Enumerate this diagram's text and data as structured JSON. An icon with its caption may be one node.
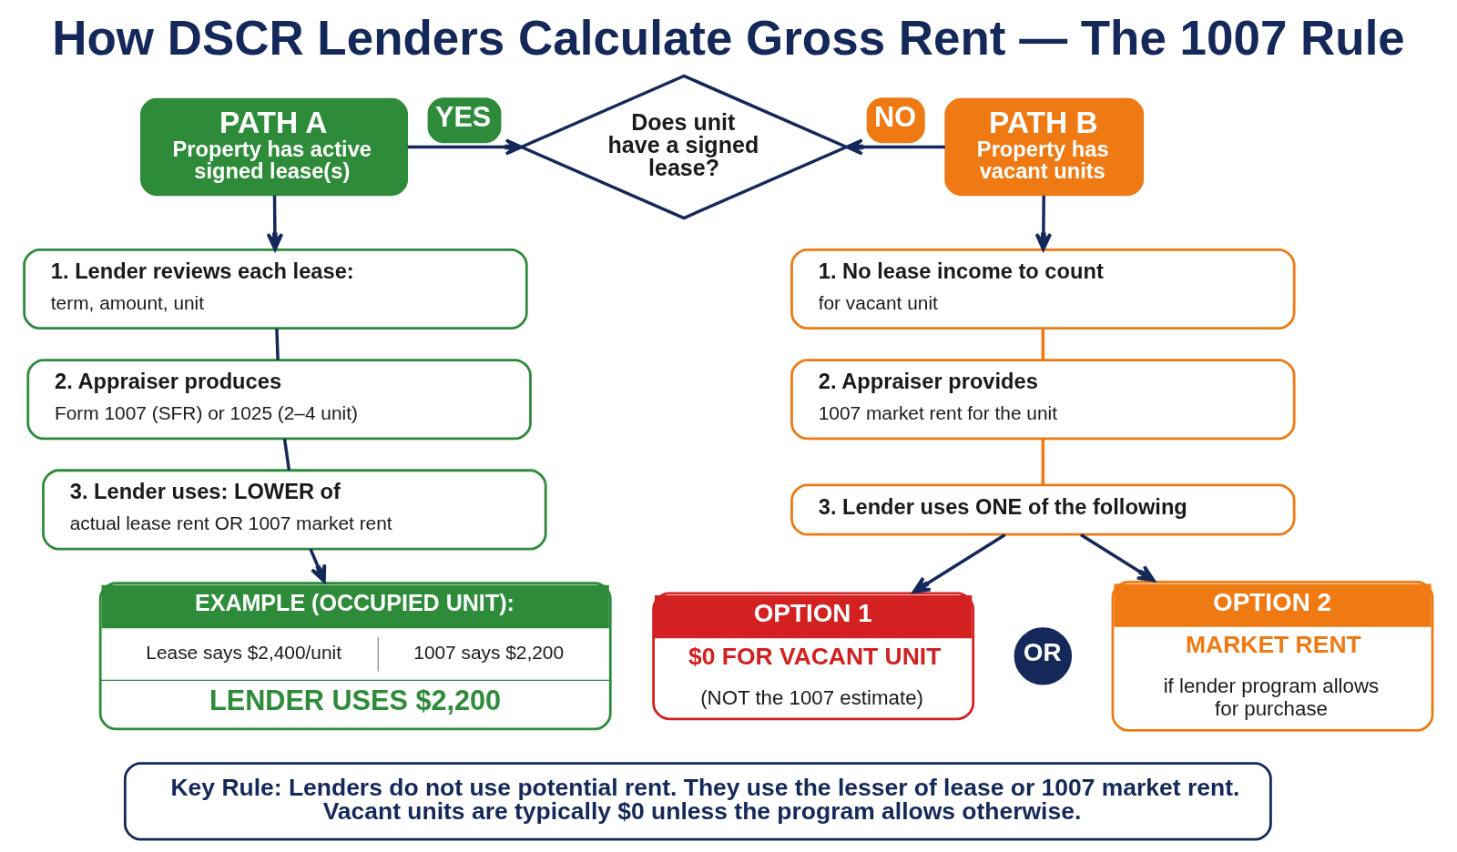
{
  "diagram": {
    "title": "How DSCR Lenders Calculate Gross Rent — The 1007 Rule",
    "nodes": [
      {
        "text": [
          "PATH A",
          "Property has active signed lease(s)"
        ]
      },
      {
        "text": [
          "Does unit have a signed lease?"
        ]
      },
      {
        "text": [
          "PATH B",
          "Property has vacant units"
        ]
      },
      {
        "text": [
          "1. Lender reviews each lease:",
          "term, amount, unit"
        ]
      },
      {
        "text": [
          "2. Appraiser produces",
          "Form 1007 (SFR) or 1025 (2–4 unit)"
        ]
      },
      {
        "text": [
          "3. Lender uses: LOWER of",
          "actual lease rent OR 1007 market rent"
        ]
      },
      {
        "text": [
          "EXAMPLE (OCCUPIED UNIT):",
          "Lease says $2,400/unit",
          "1007 says $2,200",
          "LENDER USES $2,200"
        ]
      },
      {
        "text": [
          "1. No lease income to count",
          "for vacant unit"
        ]
      },
      {
        "text": [
          "2. Appraiser provides",
          "1007 market rent for the unit"
        ]
      },
      {
        "text": [
          "3. Lender uses ONE of the following"
        ]
      },
      {
        "text": [
          "OPTION 1",
          "$0 FOR VACANT UNIT",
          "(NOT the 1007 estimate)"
        ]
      },
      {
        "text": [
          "OR"
        ]
      },
      {
        "text": [
          "OPTION 2",
          "MARKET RENT",
          "if lender program allows for purchase"
        ]
      },
      {
        "text": [
          "Key Rule: Lenders do not use potential rent. They use the lesser of lease or 1007 market rent. Vacant units are typically $0 unless the program allows otherwise."
        ]
      }
    ],
    "edges": [
      {
        "from": 0,
        "to": 1,
        "arrow": "to",
        "label": "YES"
      },
      {
        "from": 2,
        "to": 1,
        "arrow": "to",
        "label": "NO"
      },
      {
        "from": 0,
        "to": 3,
        "arrow": "to"
      },
      {
        "from": 3,
        "to": 4,
        "arrow": "none"
      },
      {
        "from": 4,
        "to": 5,
        "arrow": "none"
      },
      {
        "from": 5,
        "to": 6,
        "arrow": "to"
      },
      {
        "from": 2,
        "to": 7,
        "arrow": "to"
      },
      {
        "from": 7,
        "to": 8,
        "arrow": "none",
        "color": "#ef7a14"
      },
      {
        "from": 8,
        "to": 9,
        "arrow": "none",
        "color": "#ef7a14"
      },
      {
        "from": 9,
        "to": 10,
        "arrow": "to"
      },
      {
        "from": 9,
        "to": 12,
        "arrow": "to"
      }
    ]
  }
}
